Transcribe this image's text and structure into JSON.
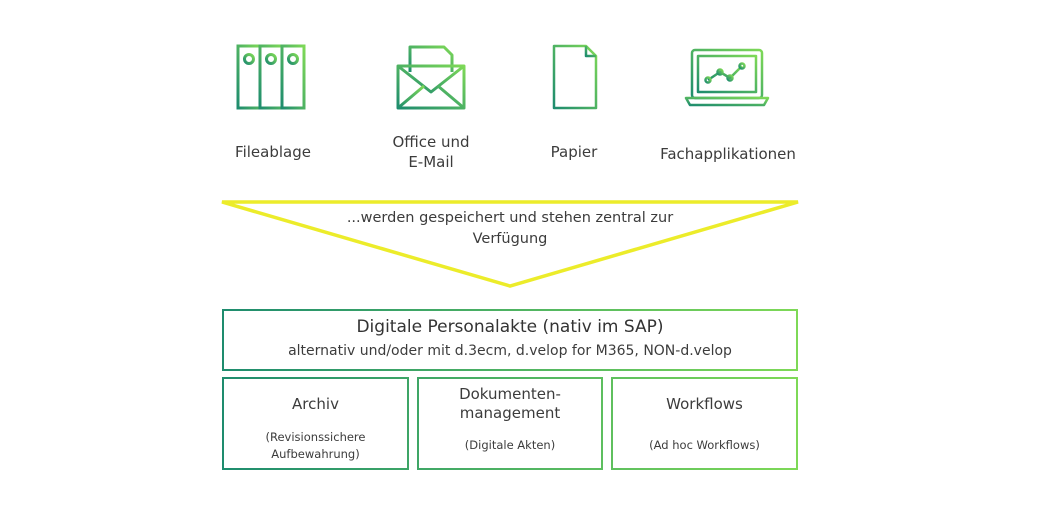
{
  "colors": {
    "accent_dark": "#1e8c6e",
    "accent_light": "#7ed957",
    "triangle": "#ecec2a"
  },
  "sources": [
    {
      "label": "Fileablage",
      "icon": "folder-binders-icon"
    },
    {
      "label": "Office und\nE-Mail",
      "icon": "envelope-icon"
    },
    {
      "label": "Papier",
      "icon": "paper-document-icon"
    },
    {
      "label": "Fachapplikationen",
      "icon": "laptop-chart-icon"
    }
  ],
  "funnel": {
    "text": "...werden gespeichert und stehen zentral zur Verfügung"
  },
  "main_box": {
    "title": "Digitale Personalakte (nativ im SAP)",
    "subtitle": "alternativ und/oder mit d.3ecm, d.velop for M365, NON-d.velop"
  },
  "sub_boxes": [
    {
      "title": "Archiv",
      "desc": "(Revisionssichere\nAufbewahrung)"
    },
    {
      "title": "Dokumenten-\nmanagement",
      "desc": "(Digitale Akten)"
    },
    {
      "title": "Workflows",
      "desc": "(Ad hoc Workflows)"
    }
  ]
}
